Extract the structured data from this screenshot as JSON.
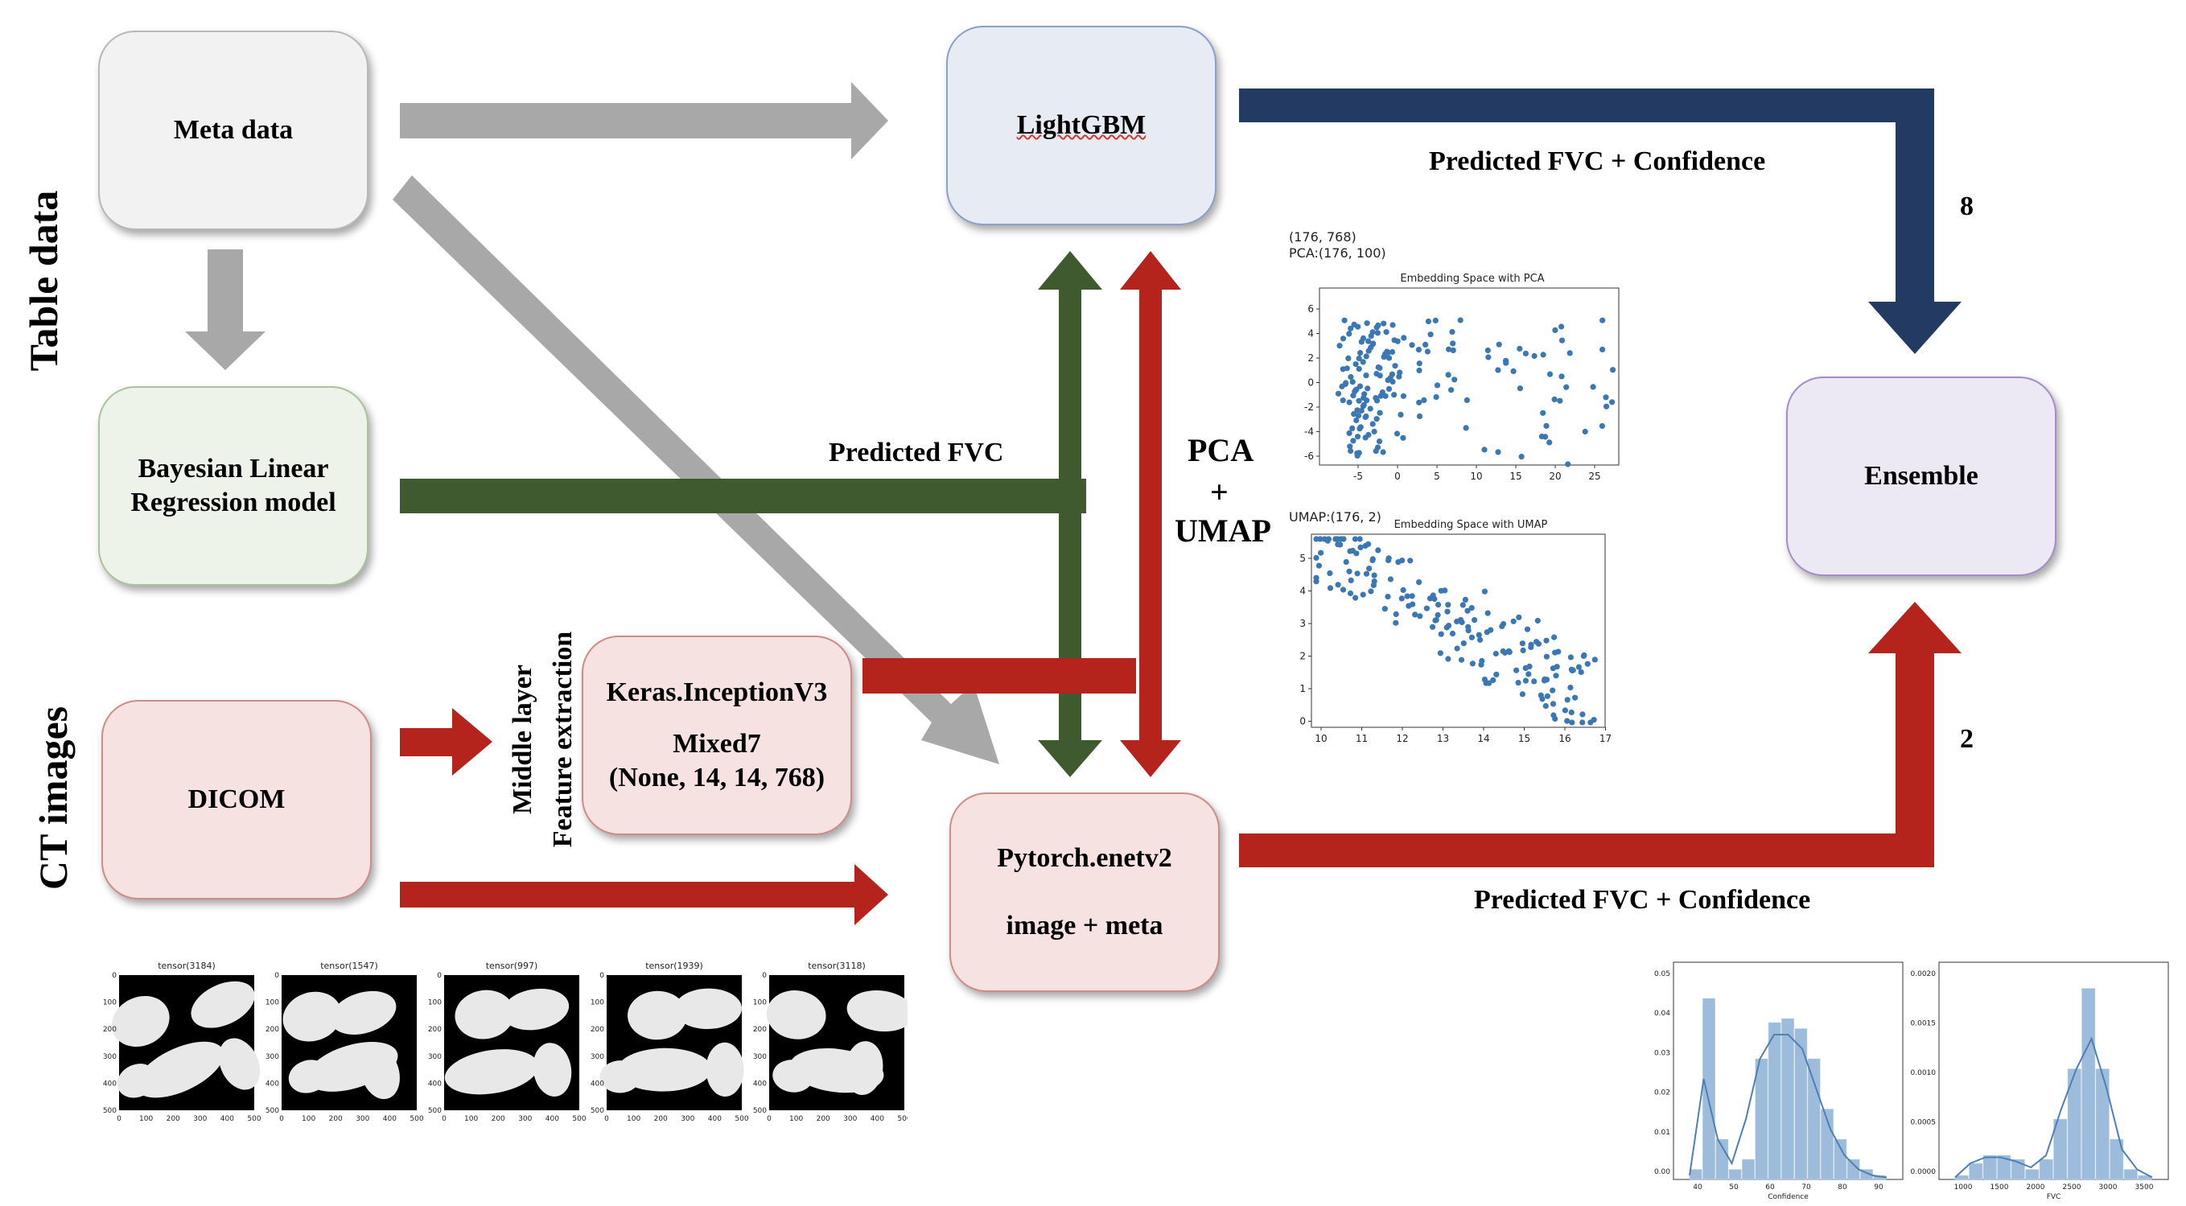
{
  "side_labels": {
    "table_data": "Table data",
    "ct_images": "CT images"
  },
  "nodes": {
    "meta_data": "Meta data",
    "bayesian": [
      "Bayesian Linear",
      "Regression model"
    ],
    "dicom": "DICOM",
    "keras": [
      "Keras.InceptionV3",
      "Mixed7",
      "(None, 14, 14, 768)"
    ],
    "lightgbm": "LightGBM",
    "pytorch": [
      "Pytorch.enetv2",
      "image + meta"
    ],
    "ensemble": "Ensemble"
  },
  "edge_labels": {
    "predicted_fvc": "Predicted FVC",
    "pca_umap": [
      "PCA",
      "+",
      "UMAP"
    ],
    "middle_layer": [
      "Middle layer",
      "Feature extraction"
    ],
    "top_right": "Predicted FVC + Confidence",
    "bottom_right": "Predicted FVC + Confidence",
    "weight_top": "8",
    "weight_bottom": "2"
  },
  "colors": {
    "gray_arrow": "#a8a8a8",
    "green_arrow": "#3e5a2e",
    "red_arrow": "#b5231d",
    "navy_arrow": "#233a63",
    "scatter_point": "#3a77b3"
  },
  "embedding_plots": {
    "pca": {
      "header": [
        "(176, 768)",
        "PCA:(176, 100)"
      ],
      "title": "Embedding Space with PCA",
      "xticks": [
        "-5",
        "0",
        "5",
        "10",
        "15",
        "20",
        "25"
      ],
      "yticks": [
        "6",
        "4",
        "2",
        "0",
        "-2",
        "-4",
        "-6"
      ]
    },
    "umap": {
      "header": [
        "UMAP:(176, 2)"
      ],
      "title": "Embedding Space with UMAP",
      "xticks": [
        "10",
        "11",
        "12",
        "13",
        "14",
        "15",
        "16",
        "17"
      ],
      "yticks": [
        "5",
        "4",
        "3",
        "2",
        "1",
        "0"
      ]
    }
  },
  "ct_thumbnails": {
    "titles": [
      "tensor(3184)",
      "tensor(1547)",
      "tensor(997)",
      "tensor(1939)",
      "tensor(3118)"
    ],
    "yticks": [
      "0",
      "100",
      "200",
      "300",
      "400",
      "500"
    ],
    "xticks": [
      "0",
      "100",
      "200",
      "300",
      "400",
      "500"
    ]
  },
  "distribution_plots": {
    "confidence": {
      "xlabel": "Confidence",
      "xticks": [
        "40",
        "50",
        "60",
        "70",
        "80",
        "90"
      ],
      "yticks": [
        "0.05",
        "0.04",
        "0.03",
        "0.02",
        "0.01",
        "0.00"
      ]
    },
    "fvc": {
      "xlabel": "FVC",
      "xticks": [
        "1000",
        "1500",
        "2000",
        "2500",
        "3000",
        "3500"
      ],
      "yticks": [
        "0.0020",
        "0.0015",
        "0.0010",
        "0.0005",
        "0.0000"
      ]
    }
  }
}
